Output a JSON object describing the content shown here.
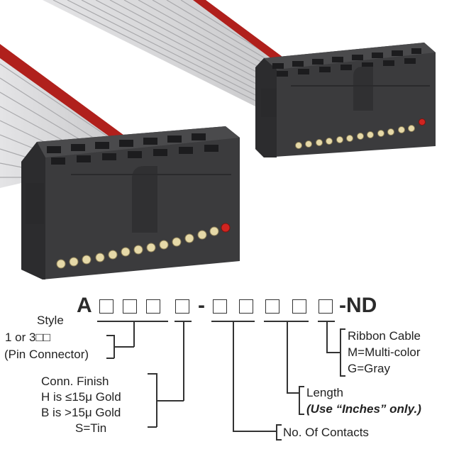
{
  "code": {
    "prefix": "A",
    "separator": "-",
    "suffix": "-ND"
  },
  "labels": {
    "style_title": "Style",
    "style_pins": "1 or 3□□",
    "style_note": "(Pin Connector)",
    "finish_title": "Conn. Finish",
    "finish_h": "H is ≤15μ  Gold",
    "finish_b": "B is >15μ  Gold",
    "finish_s": "S=Tin",
    "ribbon_title": "Ribbon Cable",
    "ribbon_m": "M=Multi-color",
    "ribbon_g": "G=Gray",
    "length_title": "Length",
    "length_note": "(Use “Inches” only.)",
    "contacts": "No. Of Contacts"
  },
  "colors": {
    "ribbon_gray": "#d2d2d4",
    "ribbon_red": "#b0201c",
    "connector_body": "#3b3b3d",
    "pin_gold": "#e6d9a8",
    "pin1_red": "#d02420"
  }
}
